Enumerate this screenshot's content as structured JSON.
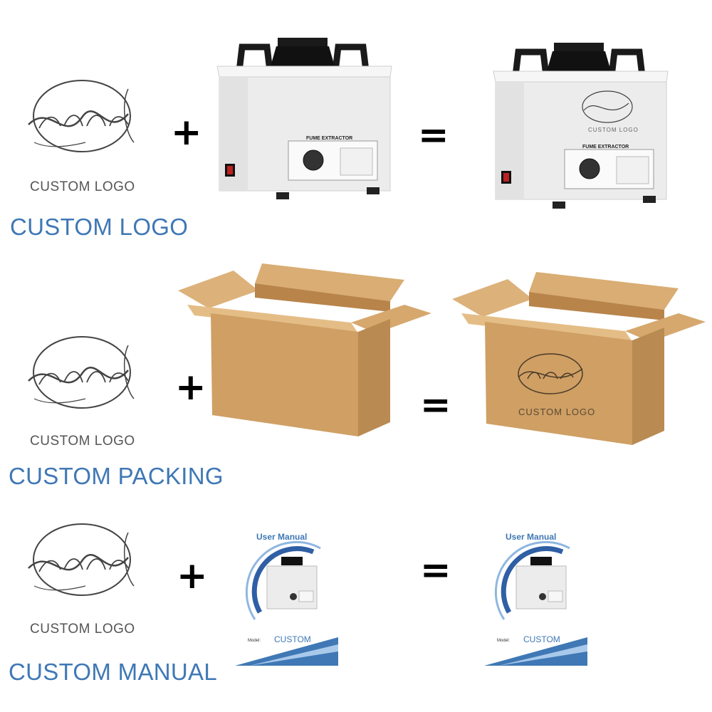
{
  "logo_caption": "CUSTOM LOGO",
  "plus": "+",
  "equals": "=",
  "sections": [
    {
      "title": "CUSTOM  LOGO"
    },
    {
      "title": "CUSTOM PACKING"
    },
    {
      "title": "CUSTOM MANUAL"
    }
  ],
  "machine": {
    "panel_label": "FUME EXTRACTOR",
    "printed_logo_text": "CUSTOM LOGO"
  },
  "box": {
    "printed_logo_text": "CUSTOM LOGO"
  },
  "manual": {
    "title": "User Manual",
    "model_label": "Model:",
    "model_value": "CUSTOM"
  },
  "colors": {
    "title_blue": "#3f78b5",
    "caption_gray": "#555555",
    "cardboard": "#cf9f64",
    "machine_white": "#ececec"
  }
}
